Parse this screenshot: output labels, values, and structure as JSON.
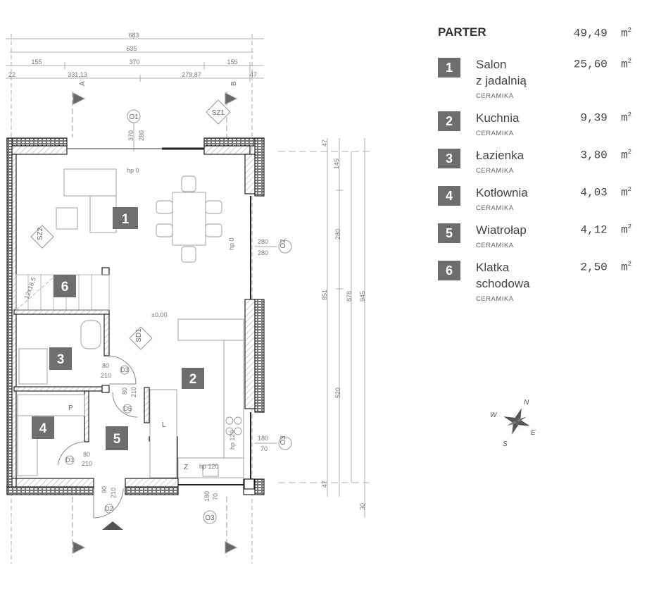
{
  "legend": {
    "title": "PARTER",
    "total_area": "49,49",
    "unit": "m",
    "unit_sup": "2",
    "rooms": [
      {
        "number": "1",
        "name": "Salon\nz jadalnią",
        "area": "25,60",
        "floor": "CERAMIKA"
      },
      {
        "number": "2",
        "name": "Kuchnia",
        "area": "9,39",
        "floor": "CERAMIKA"
      },
      {
        "number": "3",
        "name": "Łazienka",
        "area": "3,80",
        "floor": "CERAMIKA"
      },
      {
        "number": "4",
        "name": "Kotłownia",
        "area": "4,03",
        "floor": "CERAMIKA"
      },
      {
        "number": "5",
        "name": "Wiatrołap",
        "area": "4,12",
        "floor": "CERAMIKA"
      },
      {
        "number": "6",
        "name": "Klatka\nschodowa",
        "area": "2,50",
        "floor": "CERAMIKA"
      }
    ]
  },
  "plan": {
    "dims_top": [
      "683",
      "635",
      "155",
      "370",
      "155",
      "22",
      "331,13",
      "279,87",
      "47"
    ],
    "dims_right": [
      "47",
      "145",
      "280",
      "520",
      "47",
      "851",
      "878",
      "945",
      "30"
    ],
    "sections": [
      "A",
      "B"
    ],
    "tags": {
      "o1": "O1",
      "o2": "O2",
      "o3a": "O3",
      "o3b": "O3",
      "sz1": "SZ1",
      "sz2": "SZ2",
      "sd1": "SD1",
      "d3": "D3",
      "d5": "D5",
      "d1": "D1",
      "d2": "D2"
    },
    "notes": {
      "o1_a": "370",
      "o1_b": "280",
      "o2_a": "280",
      "o2_b": "280",
      "o3_a": "180",
      "o3_b": "70",
      "o3c_a": "180",
      "o3c_b": "70",
      "hp0_a": "hp 0",
      "hp0_b": "hp 0",
      "hp120_a": "hp 120",
      "hp120_b": "hp 120",
      "level": "±0.00",
      "d3_a": "80",
      "d3_b": "210",
      "d5_a": "80",
      "d5_b": "210",
      "d1_a": "80",
      "d1_b": "210",
      "d2_a": "90",
      "d2_b": "210",
      "stairs": "12x18,5",
      "p": "P",
      "l": "L",
      "z": "Z"
    }
  },
  "compass": {
    "n": "N",
    "e": "E",
    "s": "S",
    "w": "W"
  }
}
